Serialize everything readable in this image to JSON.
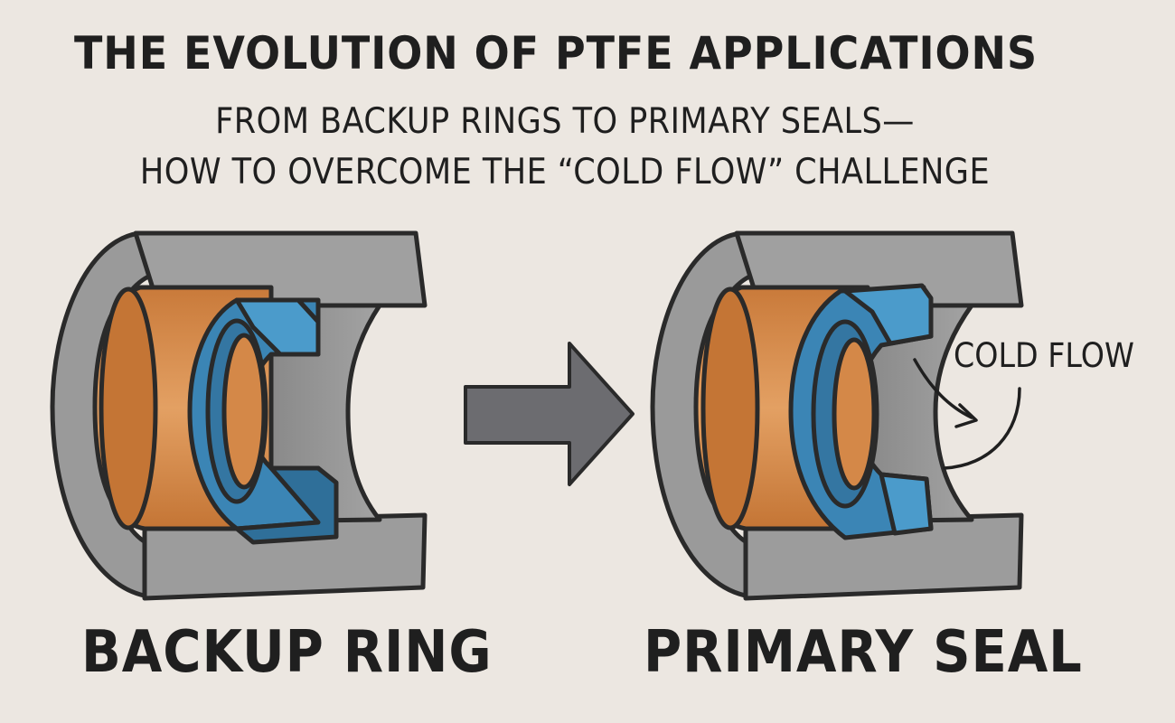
{
  "title": "THE EVOLUTION OF PTFE APPLICATIONS",
  "subtitle_line1": "FROM BACKUP RINGS TO PRIMARY SEALS—",
  "subtitle_line2": "HOW TO OVERCOME THE “COLD FLOW” CHALLENGE",
  "left_label": "BACKUP RING",
  "right_label": "PRIMARY SEAL",
  "annotation": "COLD FLOW",
  "colors": {
    "background": "#ece7e1",
    "housing": "#8f8f8f",
    "copper": "#d5894a",
    "ring_blue": "#3b85b5",
    "arrow": "#6c6c70",
    "outline": "#2a2a2a"
  }
}
